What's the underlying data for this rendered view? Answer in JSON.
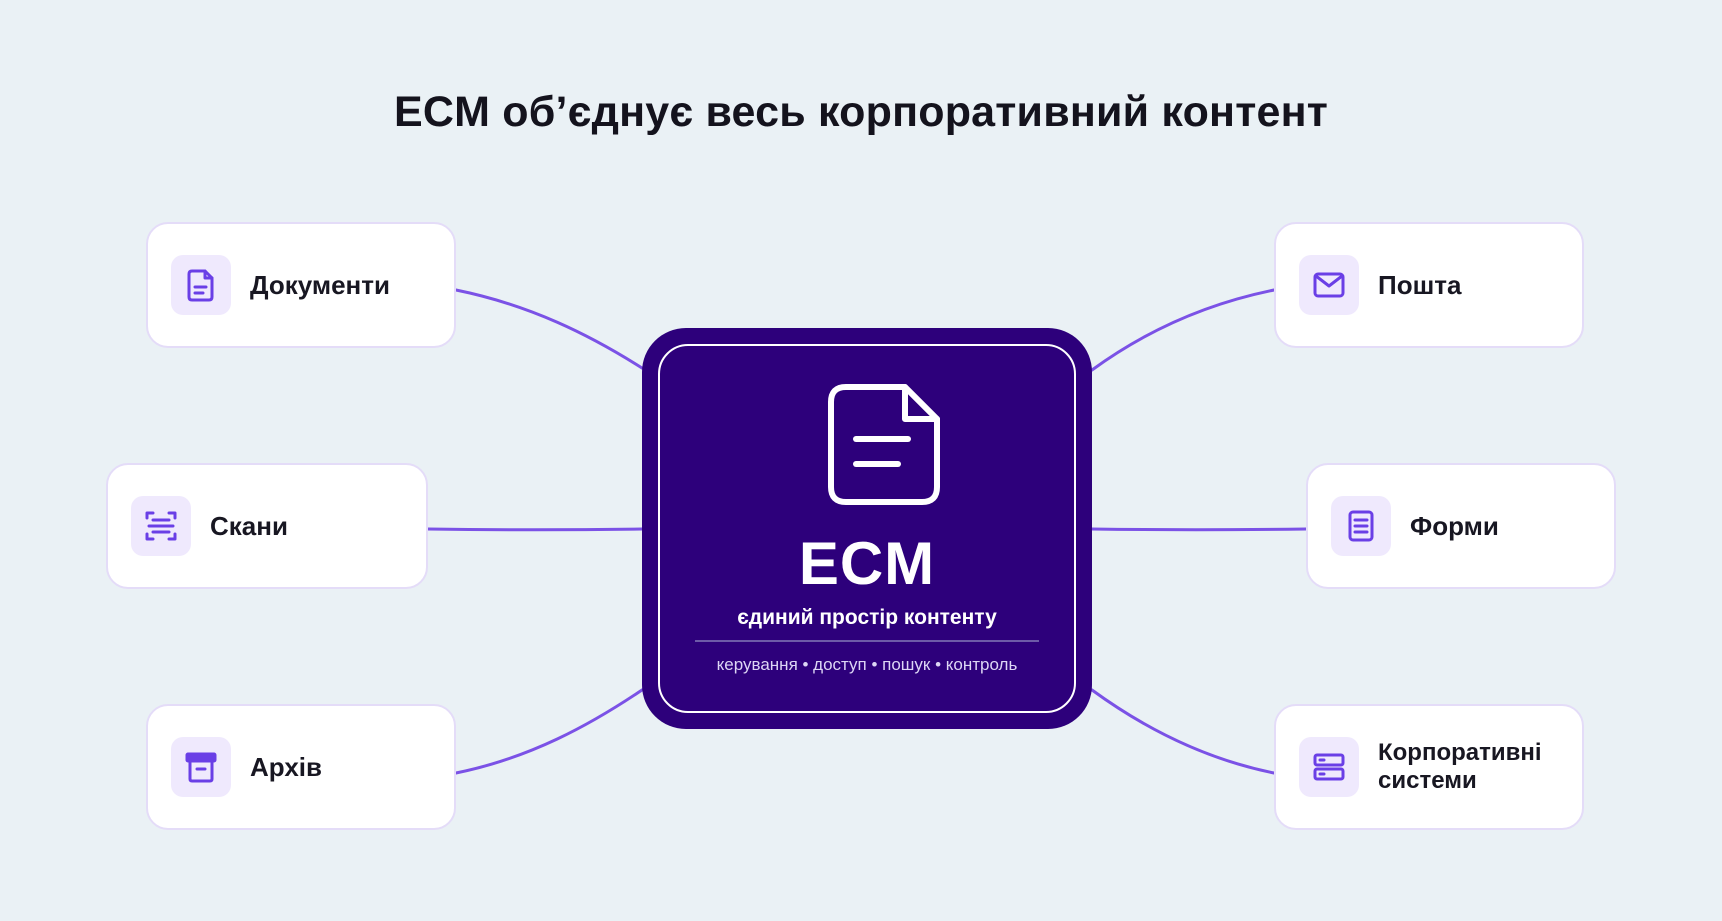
{
  "title": "ECM об’єднує весь корпоративний контент",
  "hub": {
    "title": "ECM",
    "subtitle": "єдиний простір контенту",
    "tagline": "керування • доступ • пошук • контроль",
    "icon": "document-icon"
  },
  "nodes": {
    "documents": {
      "label": "Документи",
      "icon": "document-icon"
    },
    "scans": {
      "label": "Скани",
      "icon": "scan-icon"
    },
    "archive": {
      "label": "Архів",
      "icon": "archive-box-icon"
    },
    "mail": {
      "label": "Пошта",
      "icon": "envelope-icon"
    },
    "forms": {
      "label": "Форми",
      "icon": "form-icon"
    },
    "corporate_systems": {
      "label": "Корпоративні\nсистеми",
      "icon": "server-icon"
    }
  },
  "colors": {
    "background": "#eaf1f5",
    "hub": "#2d007b",
    "accent": "#6a3fe6",
    "connector": "#7b52e6",
    "icon_tile": "#efe9fd",
    "node_border": "#e4dcf8"
  }
}
